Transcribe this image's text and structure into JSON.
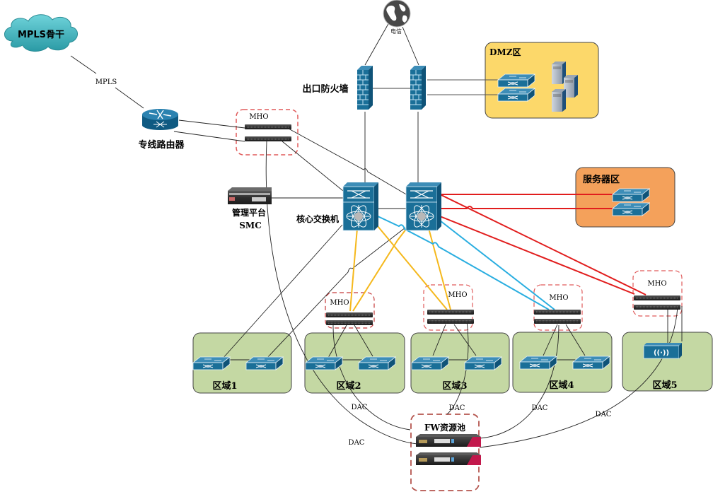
{
  "title": "Network Topology",
  "colors": {
    "cloud": "#3bb3bd",
    "device_blue": "#1a6f98",
    "dmz_fill": "#fcd86a",
    "server_zone_fill": "#f4a15b",
    "zone_fill": "#c4d8a3",
    "mho_border": "#e05a5a",
    "fw_pool_border": "#b5564f",
    "link_black": "#222222",
    "link_yellow": "#f5b81c",
    "link_blue": "#2aaee0",
    "link_red": "#e11d1d"
  },
  "nodes": {
    "mpls_cloud": {
      "label": "MPLS骨干"
    },
    "mpls_link": {
      "label": "MPLS"
    },
    "router": {
      "label": "专线路由器"
    },
    "internet": {
      "label": "电信"
    },
    "egress_firewall": {
      "label": "出口防火墙"
    },
    "dmz": {
      "label": "DMZ区"
    },
    "server_zone": {
      "label": "服务器区"
    },
    "mgmt_platform": {
      "label": "管理平台",
      "sublabel": "SMC"
    },
    "core_switch": {
      "label": "核心交换机"
    },
    "fw_pool": {
      "label": "FW资源池"
    }
  },
  "mho_groups": [
    {
      "id": "mho-top",
      "label": "MHO"
    },
    {
      "id": "mho-zone2",
      "label": "MHO"
    },
    {
      "id": "mho-zone3",
      "label": "MHO"
    },
    {
      "id": "mho-zone4",
      "label": "MHO"
    },
    {
      "id": "mho-zone5",
      "label": "MHO"
    }
  ],
  "zones": [
    {
      "label": "区域1"
    },
    {
      "label": "区域2"
    },
    {
      "label": "区域3"
    },
    {
      "label": "区域4"
    },
    {
      "label": "区域5"
    }
  ],
  "dac_labels": [
    "DAC",
    "DAC",
    "DAC",
    "DAC",
    "DAC"
  ]
}
